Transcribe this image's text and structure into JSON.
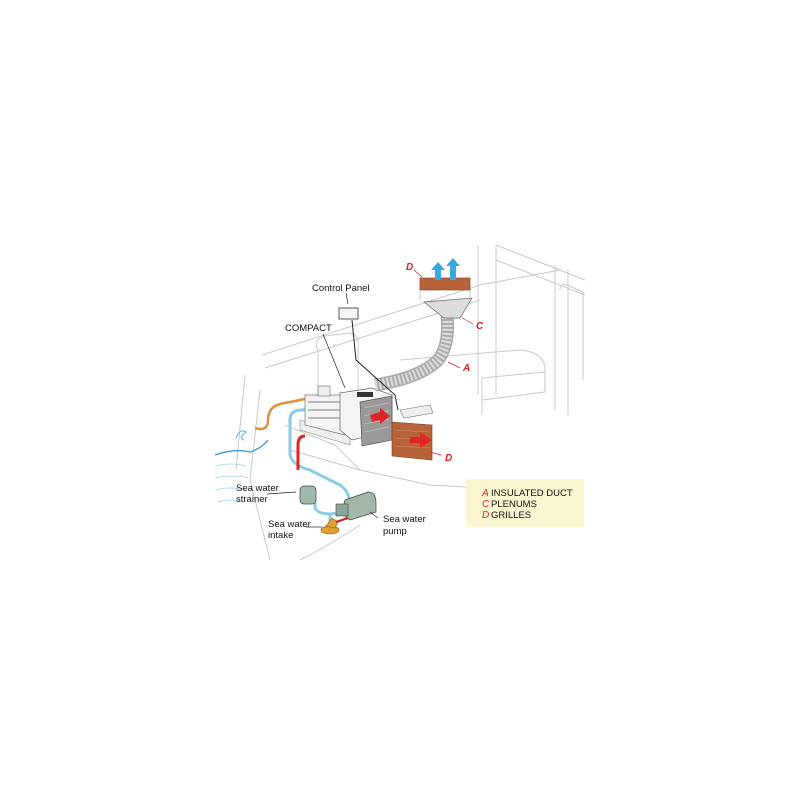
{
  "labels": {
    "control_panel": "Control Panel",
    "compact": "COMPACT",
    "strainer_line1": "Sea water",
    "strainer_line2": "strainer",
    "intake_line1": "Sea water",
    "intake_line2": "intake",
    "pump_line1": "Sea water",
    "pump_line2": "pump",
    "marker_top_grille": "D",
    "marker_plenum": "C",
    "marker_duct": "A",
    "marker_front_grille": "D"
  },
  "legend": {
    "items": [
      {
        "key": "A",
        "text": "INSULATED DUCT"
      },
      {
        "key": "C",
        "text": "PLENUMS"
      },
      {
        "key": "D",
        "text": "GRILLES"
      }
    ]
  },
  "colors": {
    "marker": "#d42020",
    "grille": "#b8643a",
    "cool_air_arrow": "#3aa8e0",
    "warm_air_arrow": "#e02525",
    "water_hose": "#8ccbe6",
    "drain_hose": "#e0903a",
    "pump": "#9fb8a8",
    "legend_bg": "#fbf6d2"
  }
}
